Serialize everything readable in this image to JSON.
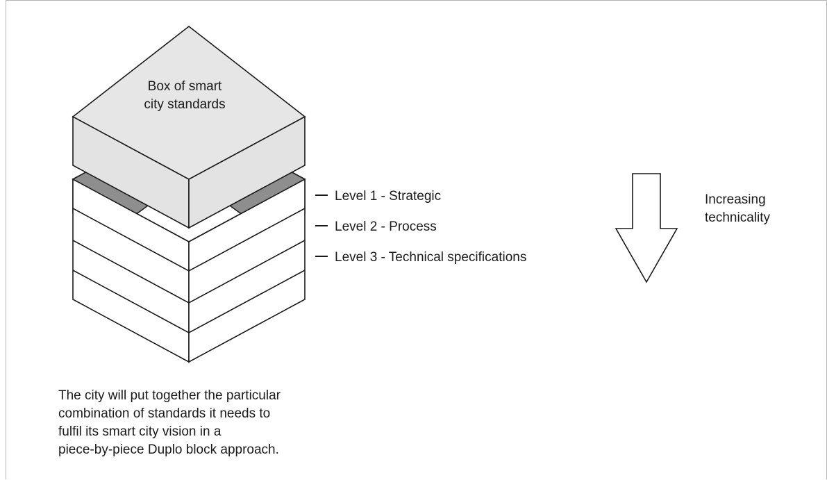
{
  "diagram": {
    "box_label_lines": [
      "Box of smart",
      "city standards"
    ],
    "levels": [
      "Level 1 - Strategic",
      "Level 2 - Process",
      "Level 3 - Technical specifications"
    ],
    "arrow_label_lines": [
      "Increasing",
      "technicality"
    ],
    "caption_lines": [
      "The city will put together the particular",
      "combination of standards it needs to",
      "fulfil its smart city vision in a",
      "piece-by-piece Duplo block approach."
    ],
    "colors": {
      "outline": "#1a1a1a",
      "lid_fill": "#e6e6e6",
      "stud_fill": "#8e8e8e",
      "layer_fill": "#ffffff",
      "frame_border": "#b4b4b4"
    }
  }
}
